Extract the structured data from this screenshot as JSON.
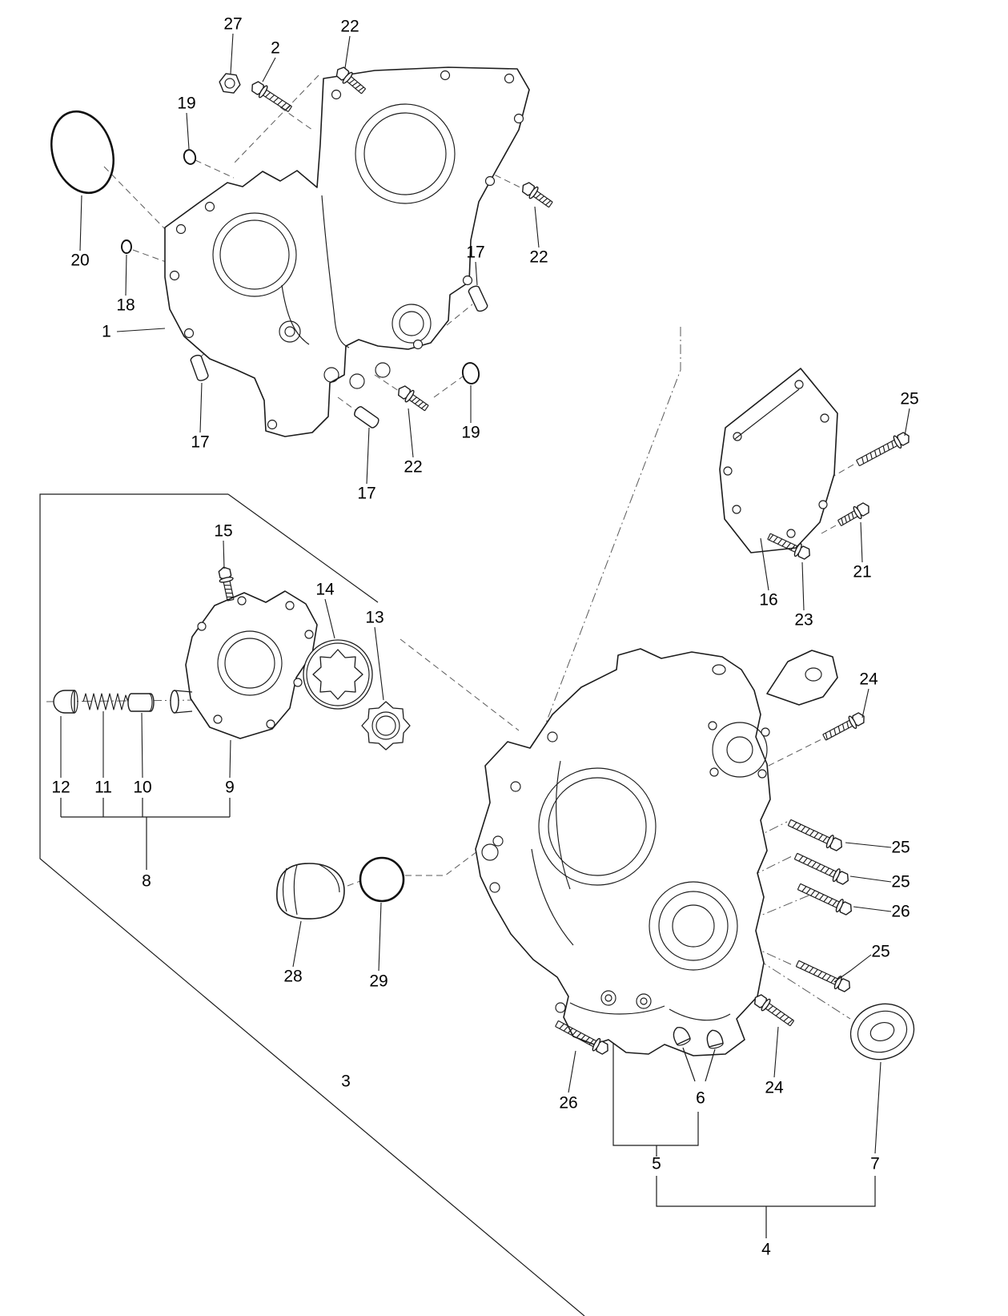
{
  "figure": {
    "background": "#ffffff",
    "line_color": "#1c1c1c"
  },
  "callouts": [
    {
      "label": "27"
    },
    {
      "label": "2"
    },
    {
      "label": "22"
    },
    {
      "label": "19"
    },
    {
      "label": "20"
    },
    {
      "label": "18"
    },
    {
      "label": "1"
    },
    {
      "label": "17"
    },
    {
      "label": "22"
    },
    {
      "label": "19"
    },
    {
      "label": "17"
    },
    {
      "label": "22"
    },
    {
      "label": "17"
    },
    {
      "label": "25"
    },
    {
      "label": "21"
    },
    {
      "label": "16"
    },
    {
      "label": "23"
    },
    {
      "label": "15"
    },
    {
      "label": "14"
    },
    {
      "label": "13"
    },
    {
      "label": "12"
    },
    {
      "label": "11"
    },
    {
      "label": "10"
    },
    {
      "label": "9"
    },
    {
      "label": "8"
    },
    {
      "label": "24"
    },
    {
      "label": "25"
    },
    {
      "label": "25"
    },
    {
      "label": "26"
    },
    {
      "label": "25"
    },
    {
      "label": "28"
    },
    {
      "label": "29"
    },
    {
      "label": "3"
    },
    {
      "label": "26"
    },
    {
      "label": "6"
    },
    {
      "label": "24"
    },
    {
      "label": "5"
    },
    {
      "label": "7"
    },
    {
      "label": "4"
    }
  ]
}
